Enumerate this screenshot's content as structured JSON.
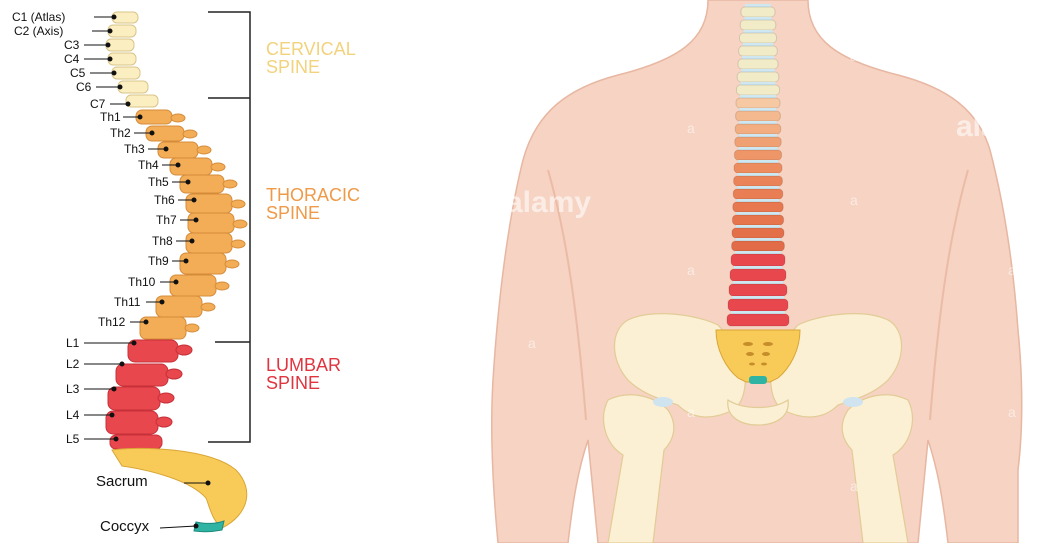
{
  "labels": {
    "c1": "C1 (Atlas)",
    "c2": "C2 (Axis)",
    "c3": "C3",
    "c4": "C4",
    "c5": "C5",
    "c6": "C6",
    "c7": "C7",
    "th1": "Th1",
    "th2": "Th2",
    "th3": "Th3",
    "th4": "Th4",
    "th5": "Th5",
    "th6": "Th6",
    "th7": "Th7",
    "th8": "Th8",
    "th9": "Th9",
    "th10": "Th10",
    "th11": "Th11",
    "th12": "Th12",
    "l1": "L1",
    "l2": "L2",
    "l3": "L3",
    "l4": "L4",
    "l5": "L5",
    "sacrum": "Sacrum",
    "coccyx": "Coccyx"
  },
  "regions": {
    "cervical_line1": "CERVICAL",
    "cervical_line2": "SPINE",
    "thoracic_line1": "THORACIC",
    "thoracic_line2": "SPINE",
    "lumbar_line1": "LUMBAR",
    "lumbar_line2": "SPINE"
  },
  "watermarks": {
    "small": "a",
    "brand1": "alamy",
    "brand2": "ala"
  },
  "colors": {
    "cervical": "#fbeec0",
    "thoracic": "#f3ad57",
    "lumbar": "#e9474e",
    "sacrum": "#f8cb58",
    "coccyx": "#2fb3a2",
    "skin": "#f6d3c2",
    "cervical_text": "#f2d27c",
    "thoracic_text": "#ee9a48",
    "lumbar_text": "#e0353f"
  }
}
